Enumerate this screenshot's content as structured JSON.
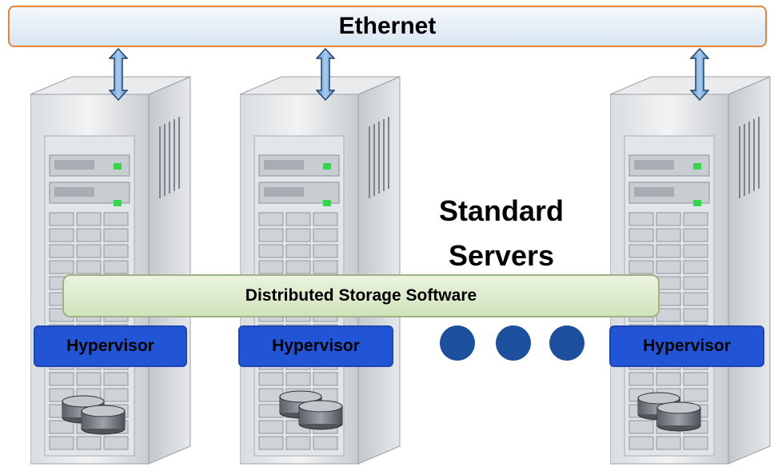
{
  "ethernet": {
    "label": "Ethernet"
  },
  "servers_label": {
    "line1": "Standard",
    "line2": "Servers"
  },
  "storage": {
    "label": "Distributed Storage Software"
  },
  "hypervisors": [
    {
      "label": "Hypervisor"
    },
    {
      "label": "Hypervisor"
    },
    {
      "label": "Hypervisor"
    }
  ],
  "ellipsis": {
    "dot_count": 3,
    "color": "#1c4f9e"
  },
  "colors": {
    "ethernet_border": "#e3863c",
    "ethernet_fill": "#d8e5f1",
    "storage_fill": "#d0e4bb",
    "hypervisor_fill": "#2155d6",
    "arrow_fill": "#6fa8dc"
  },
  "icons": [
    "double-arrow-icon",
    "server-tower-icon",
    "disk-stack-icon",
    "status-led-icon"
  ]
}
